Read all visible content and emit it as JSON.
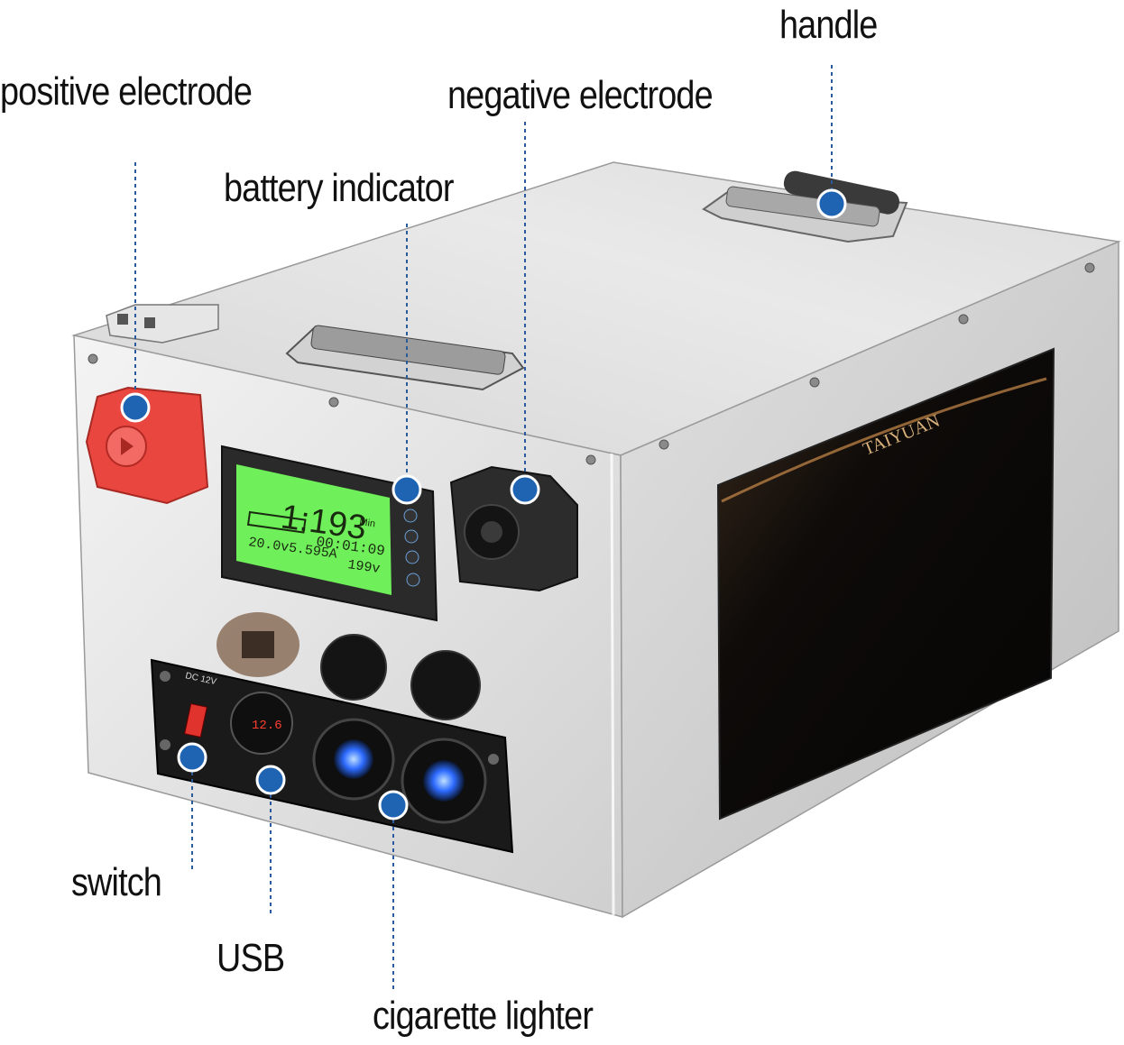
{
  "labels": {
    "handle": "handle",
    "positive_electrode": "positive electrode",
    "negative_electrode": "negative electrode",
    "battery_indicator": "battery indicator",
    "switch": "switch",
    "usb": "USB",
    "cigarette_lighter": "cigarette lighter"
  },
  "product": {
    "brand": "TAIYUAN",
    "display_line1": "1:193",
    "display_unit1": "Min",
    "display_line2": "00:01:09",
    "display_line3_left": "20.0v5.595A",
    "display_line3_right": "199v",
    "usb_voltmeter": "12.6",
    "panel_text": "DC 12V"
  },
  "colors": {
    "marker": "#1f63b3",
    "display": "#6ff05a",
    "positive_terminal": "#e8463f",
    "usb_glow": "#2d6bff"
  }
}
